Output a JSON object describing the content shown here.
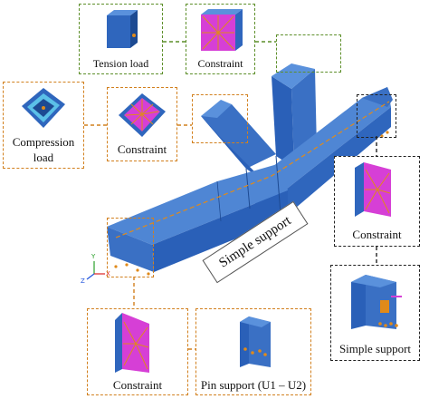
{
  "labels": {
    "tension_load": "Tension load",
    "constraint_top": "Constraint",
    "compression_load_1": "Compression",
    "compression_load_2": "load",
    "constraint_mid": "Constraint",
    "constraint_right": "Constraint",
    "simple_support_center": "Simple support",
    "simple_support_right": "Simple support",
    "constraint_bottom": "Constraint",
    "pin_support": "Pin support (U1 – U2)"
  },
  "axes": {
    "y": "Y",
    "z": "Z",
    "x": "X"
  },
  "colors": {
    "beam_top": "#4f86d4",
    "beam_side": "#2a60b8",
    "beam_end": "#3a70c4",
    "green_dash": "#5d8f2a",
    "orange_dash": "#d2801e",
    "black_dash": "#222222",
    "constraint_magenta": "#d63fd6",
    "load_orange": "#e08a1a"
  }
}
